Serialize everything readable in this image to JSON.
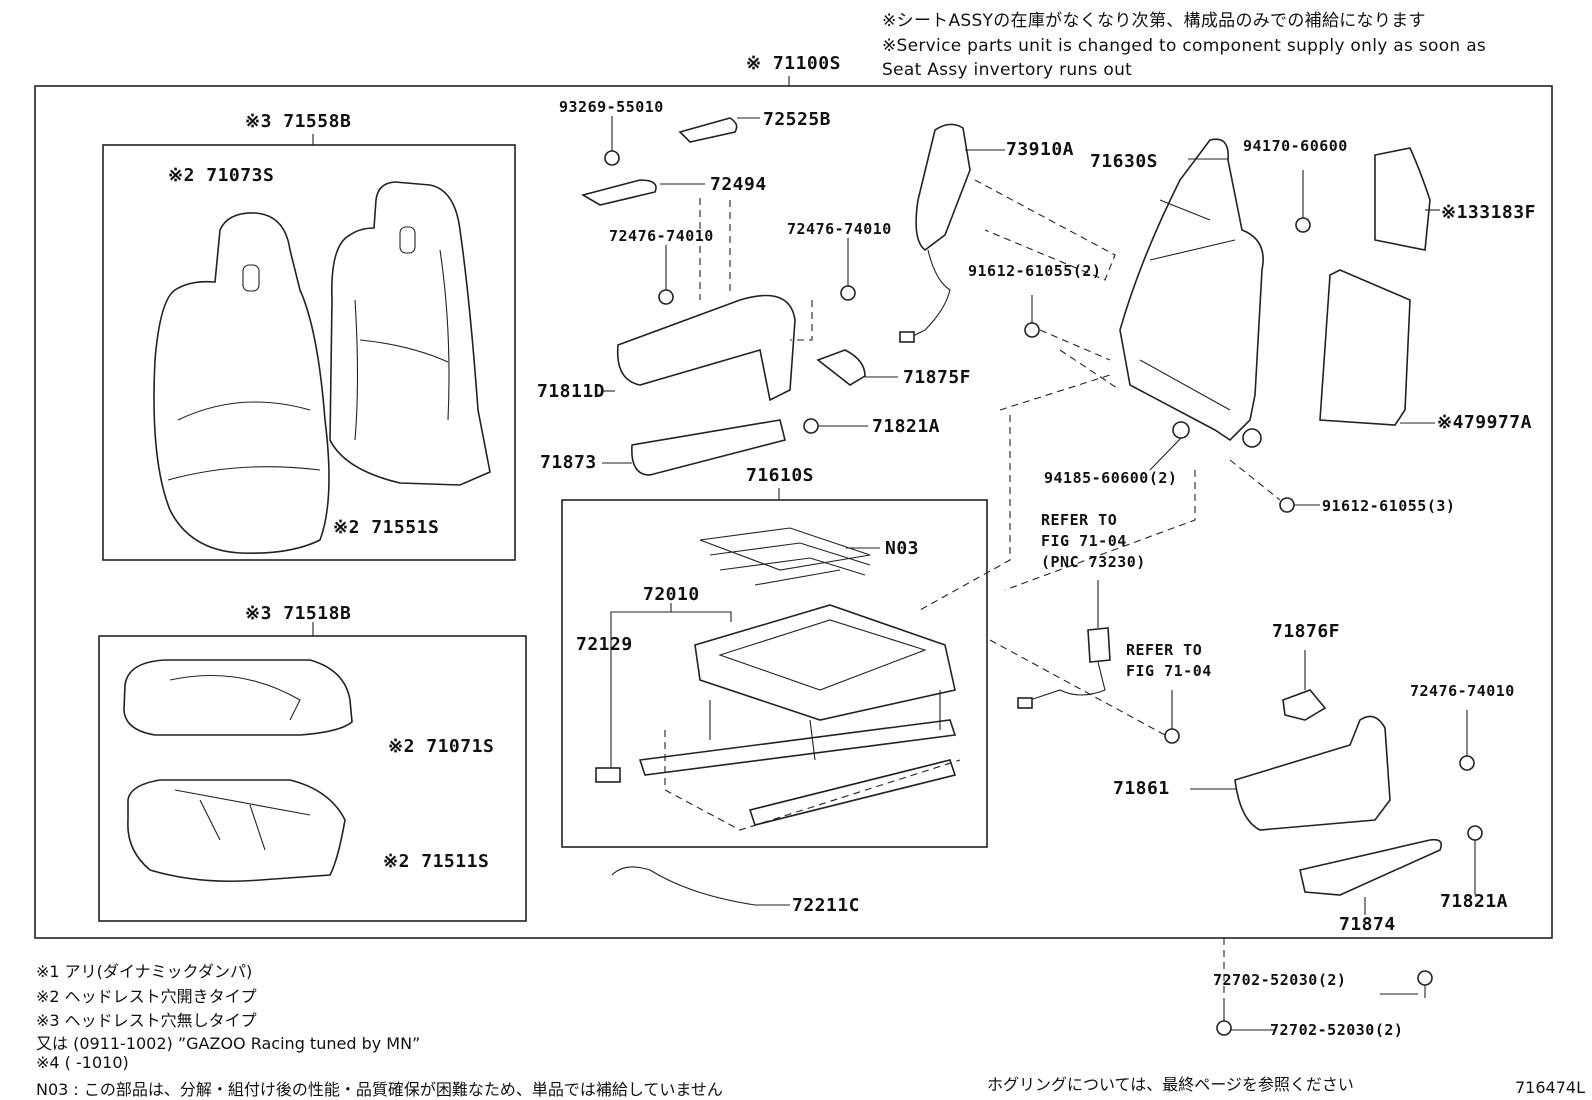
{
  "notices": {
    "jp": "※シートASSYの在庫がなくなり次第、構成品のみでの補給になります",
    "en_line1": "※Service parts unit is changed to component supply only as soon as",
    "en_line2": "Seat Assy invertory runs out"
  },
  "assembly": {
    "main": "※ 71100S"
  },
  "parts": {
    "p71558B": "※3  71558B",
    "p71073S": "※2 71073S",
    "p71551S": "※2  71551S",
    "p71518B": "※3  71518B",
    "p71071S": "※2   71071S",
    "p71511S": "※2  71511S",
    "p93269": "93269-55010",
    "p72525B": "72525B",
    "p72494": "72494",
    "p72476a": "72476-74010",
    "p72476b": "72476-74010",
    "p71811D": "71811D",
    "p71875F": "71875F",
    "p71821A_top": "71821A",
    "p71873": "71873",
    "p71610S": "71610S",
    "pN03": "N03",
    "p72010": "72010",
    "p72129": "72129",
    "p72211C": "72211C",
    "p73910A": "73910A",
    "p71630S": "71630S",
    "p94170": "94170-60600",
    "p133183F": "※133183F",
    "p91612a": "91612-61055(2)",
    "p79977A": "※479977A",
    "p94185": "94185-60600(2)",
    "p91612b": "91612-61055(3)",
    "refer1_l1": "REFER TO",
    "refer1_l2": "FIG 71-04",
    "refer1_l3": "(PNC 73230)",
    "refer2_l1": "REFER TO",
    "refer2_l2": "FIG 71-04",
    "p71876F": "71876F",
    "p72476c": "72476-74010",
    "p71861": "71861",
    "p71874": "71874",
    "p71821A_bot": "71821A",
    "p72702a": "72702-52030(2)",
    "p72702b": "72702-52030(2)"
  },
  "footnotes": {
    "n1": "※1   アリ(ダイナミックダンパ)",
    "n2": "※2   ヘッドレスト穴開きタイプ",
    "n3": "※3   ヘッドレスト穴無しタイプ",
    "n3b": "       又は (0911-1002) ”GAZOO Racing tuned by MN”",
    "n4": "※4   (      -1010)",
    "n03": "N03 : この部品は、分解・組付け後の性能・品質確保が困難なため、単品では補給していません",
    "hog": "ホグリングについては、最終ページを参照ください",
    "fig": "716474L"
  }
}
